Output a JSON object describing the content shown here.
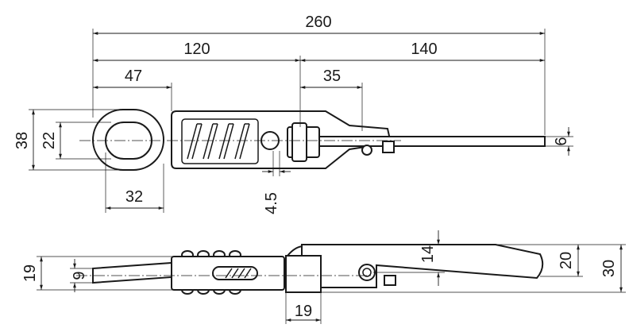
{
  "drawing": {
    "top_view": {
      "dimensions": {
        "overall_length": "260",
        "base_length": "120",
        "lever_length": "140",
        "eye_to_spring": "47",
        "pivot_to_hook": "35",
        "eye_height": "38",
        "eye_hole_height": "22",
        "eye_width": "32",
        "hole_offset": "4.5",
        "rod_diameter": "6"
      }
    },
    "side_view": {
      "dimensions": {
        "left_height": "19",
        "rod_thickness": "9",
        "pivot_height": "14",
        "handle_height": "20",
        "overall_height": "30",
        "mount_width": "19"
      }
    }
  }
}
